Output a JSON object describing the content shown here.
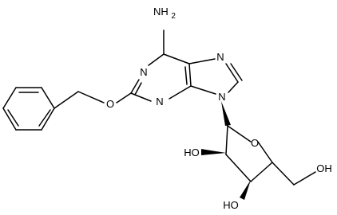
{
  "molecule": {
    "atom_labels": {
      "nh2": "NH2",
      "n1": "N",
      "n3": "N",
      "n7": "N",
      "n9": "N",
      "o_ether": "O",
      "o_ring": "O",
      "ho_2": "HO",
      "ho_3": "HO",
      "oh_5": "OH"
    }
  }
}
